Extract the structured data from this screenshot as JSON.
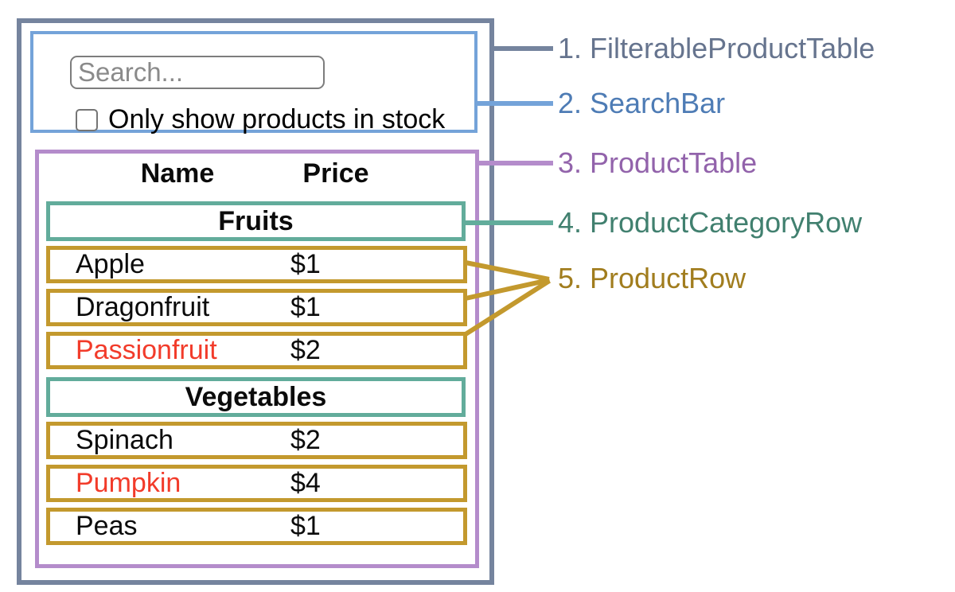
{
  "colors": {
    "outer": "#75849e",
    "blue": "#74a3d9",
    "purple": "#b48ccb",
    "teal": "#62ac9b",
    "gold": "#c3992e",
    "red": "#f23b2a"
  },
  "search_section": {
    "search_placeholder": "Search...",
    "checkbox_label": "Only show products in stock",
    "checkbox_checked": false
  },
  "table": {
    "columns": [
      "Name",
      "Price"
    ],
    "sections": [
      {
        "category": "Fruits",
        "rows": [
          {
            "name": "Apple",
            "price": "$1",
            "red": false
          },
          {
            "name": "Dragonfruit",
            "price": "$1",
            "red": false
          },
          {
            "name": "Passionfruit",
            "price": "$2",
            "red": true
          }
        ]
      },
      {
        "category": "Vegetables",
        "rows": [
          {
            "name": "Spinach",
            "price": "$2",
            "red": false
          },
          {
            "name": "Pumpkin",
            "price": "$4",
            "red": true
          },
          {
            "name": "Peas",
            "price": "$1",
            "red": false
          }
        ]
      }
    ]
  },
  "legend": [
    {
      "number": "1.",
      "name": "FilterableProductTable",
      "color": "#66748e"
    },
    {
      "number": "2.",
      "name": "SearchBar",
      "color": "#4e7cb5"
    },
    {
      "number": "3.",
      "name": "ProductTable",
      "color": "#9263ab"
    },
    {
      "number": "4.",
      "name": "ProductCategoryRow",
      "color": "#41806f"
    },
    {
      "number": "5.",
      "name": "ProductRow",
      "color": "#a17d1e"
    }
  ]
}
